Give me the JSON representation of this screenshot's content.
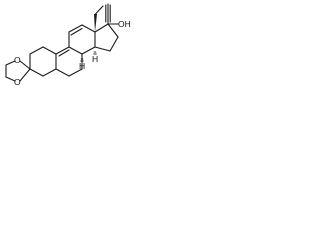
{
  "molecule": {
    "atom_labels": {
      "hydroxyl": "OH",
      "ketal_oxygen_top": "O",
      "ketal_oxygen_bottom": "O",
      "stereo_hydrogen_8": "H",
      "stereo_hydrogen_14": "H"
    }
  },
  "colors": {
    "bond": "#1a1a1a",
    "label": "#111111",
    "background": "#ffffff"
  }
}
